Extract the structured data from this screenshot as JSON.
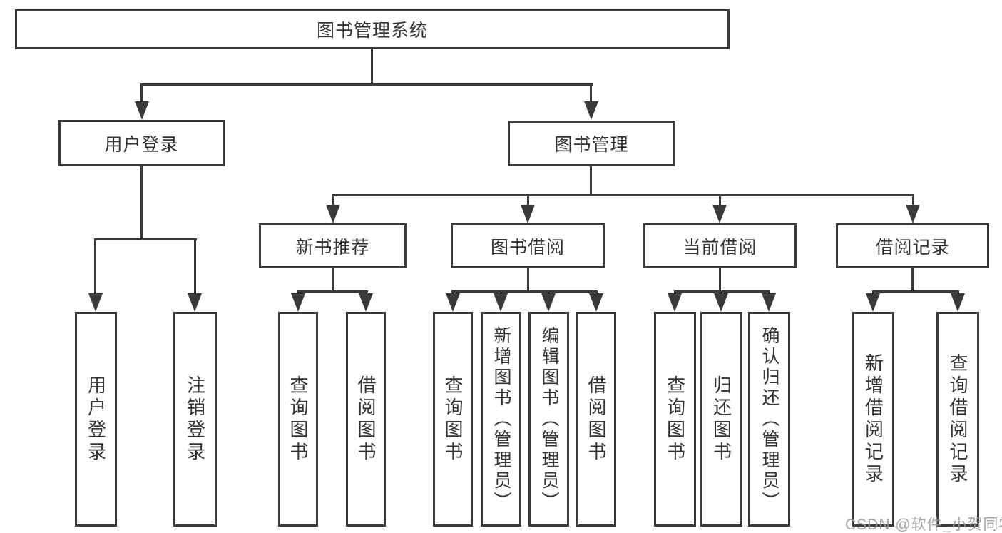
{
  "diagram": {
    "type": "hierarchy",
    "root": {
      "label": "图书管理系统"
    },
    "level2": {
      "user_login": {
        "label": "用户登录"
      },
      "book_mgmt": {
        "label": "图书管理"
      }
    },
    "level3": {
      "new_books": {
        "label": "新书推荐",
        "parent": "book_mgmt"
      },
      "book_borrow": {
        "label": "图书借阅",
        "parent": "book_mgmt"
      },
      "current_borrow": {
        "label": "当前借阅",
        "parent": "book_mgmt"
      },
      "borrow_records": {
        "label": "借阅记录",
        "parent": "book_mgmt"
      }
    },
    "leaves": {
      "user_login_leaf": {
        "label": "用户登录",
        "parent": "user_login"
      },
      "logout_leaf": {
        "label": "注销登录",
        "parent": "user_login"
      },
      "nb_query": {
        "label": "查询图书",
        "parent": "new_books"
      },
      "nb_borrow": {
        "label": "借阅图书",
        "parent": "new_books"
      },
      "bb_query": {
        "label": "查询图书",
        "parent": "book_borrow"
      },
      "bb_add": {
        "label": "新增图书（管理员）",
        "parent": "book_borrow"
      },
      "bb_edit": {
        "label": "编辑图书（管理员）",
        "parent": "book_borrow"
      },
      "bb_borrow": {
        "label": "借阅图书",
        "parent": "book_borrow"
      },
      "cb_query": {
        "label": "查询图书",
        "parent": "current_borrow"
      },
      "cb_return": {
        "label": "归还图书",
        "parent": "current_borrow"
      },
      "cb_confirm": {
        "label": "确认归还（管理员）",
        "parent": "current_borrow"
      },
      "br_add": {
        "label": "新增借阅记录",
        "parent": "borrow_records"
      },
      "br_query": {
        "label": "查询借阅记录",
        "parent": "borrow_records"
      }
    }
  },
  "watermark": {
    "text": "CSDN @软件_小贺同学",
    "color": "#9e9e9e"
  },
  "colors": {
    "line": "#3a3a3a",
    "box_border": "#3a3a3a",
    "text": "#333333",
    "background": "#ffffff"
  }
}
